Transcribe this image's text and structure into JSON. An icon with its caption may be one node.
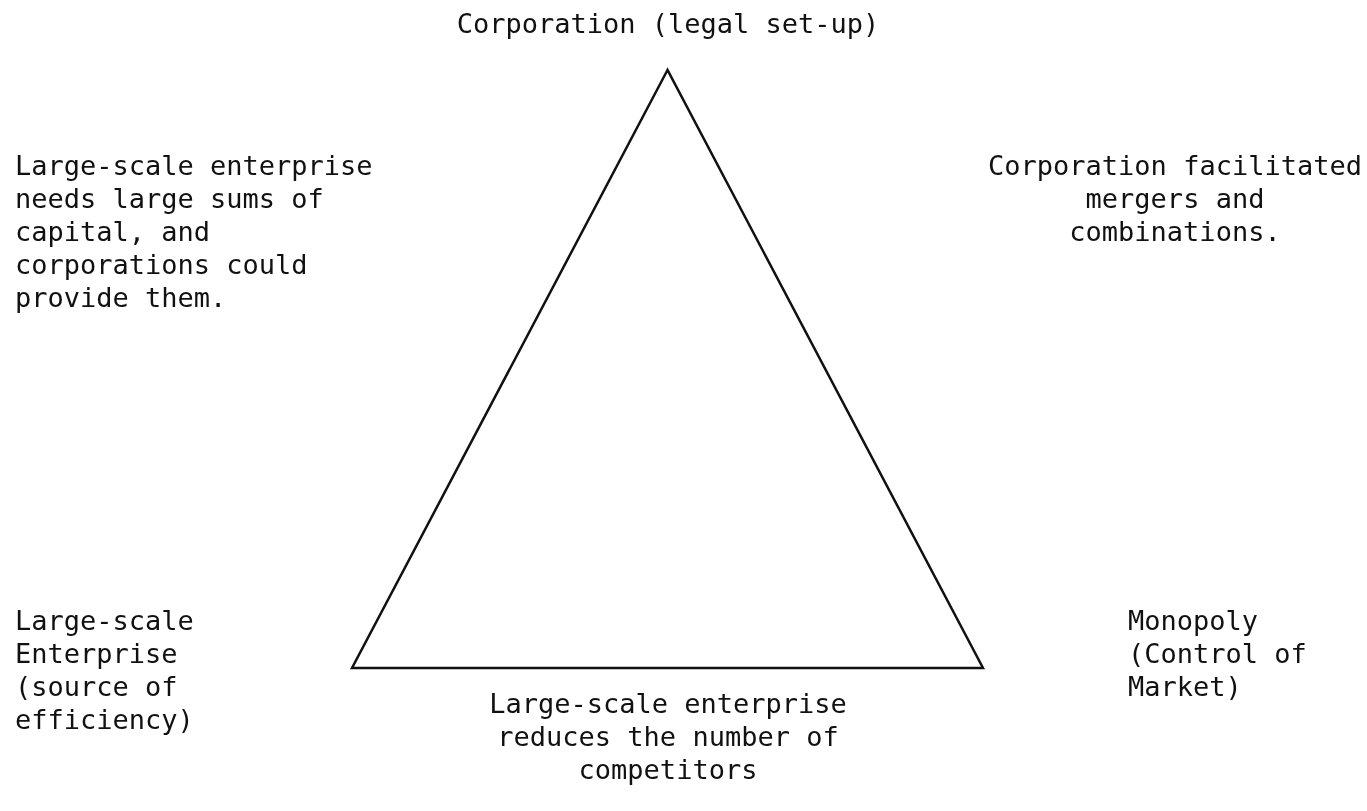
{
  "diagram": {
    "nodes": [
      {
        "text": [],
        "shape": "triangle"
      }
    ],
    "labels": [
      "Corporation (legal set-up)",
      "Large-scale enterprise needs large sums of capital, and corporations could provide them.",
      "Corporation facilitated mergers and combinations.",
      "Large-scale Enterprise (source of efficiency)",
      "Monopoly (Control of Market)",
      "Large-scale enterprise reduces the number of competitors"
    ]
  }
}
